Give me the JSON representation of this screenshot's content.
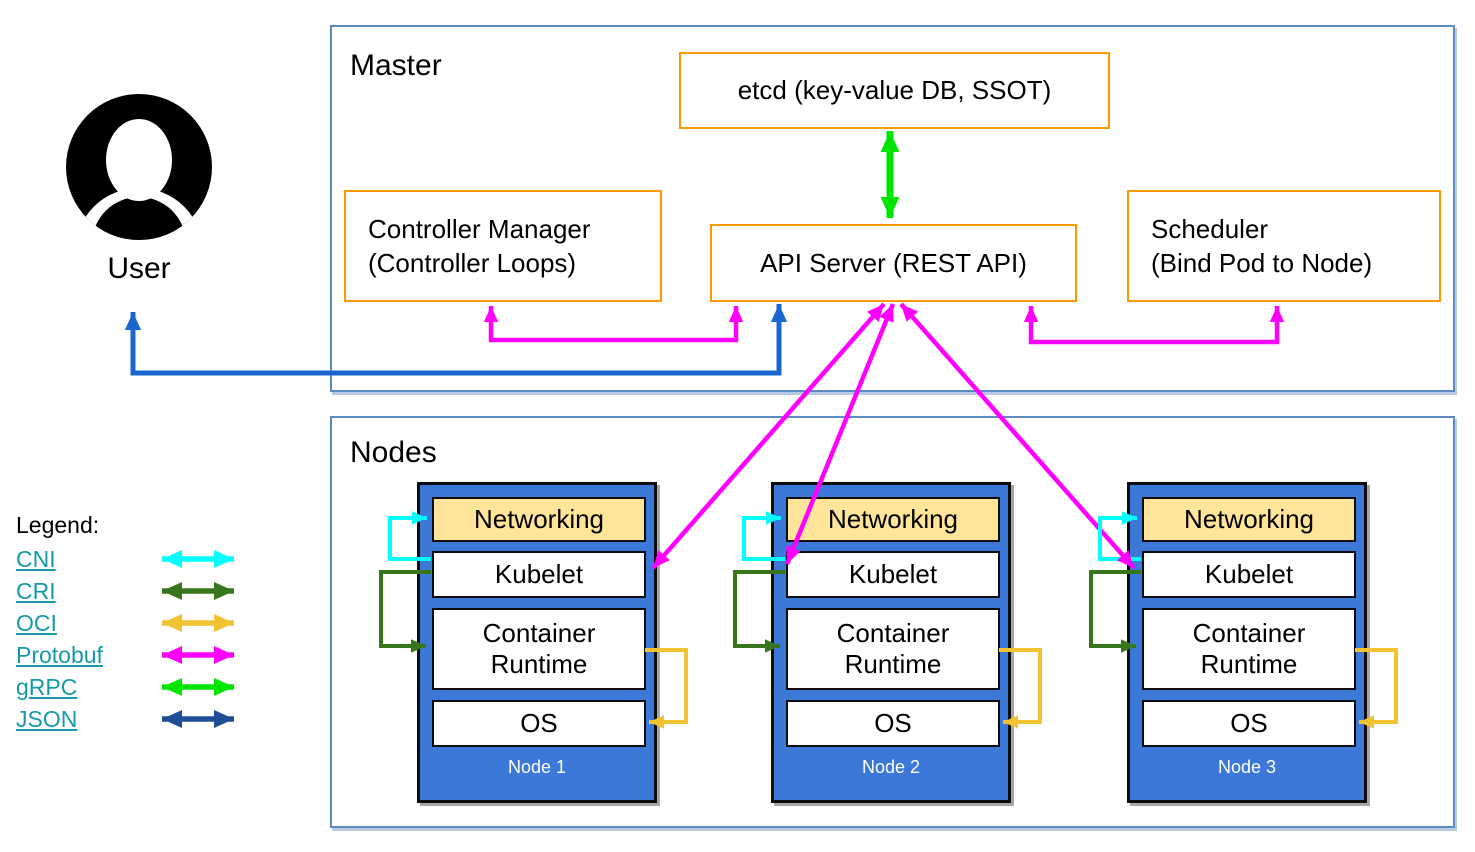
{
  "user": {
    "label": "User"
  },
  "master": {
    "title": "Master",
    "etcd_label": "etcd (key-value DB, SSOT)",
    "controller_manager": {
      "line1": "Controller Manager",
      "line2": "(Controller Loops)"
    },
    "api_server_label": "API Server (REST API)",
    "scheduler": {
      "line1": "Scheduler",
      "line2": "(Bind Pod to Node)"
    }
  },
  "nodes": {
    "title": "Nodes",
    "items": [
      {
        "label": "Node 1",
        "layers": [
          "Networking",
          "Kubelet",
          "Container Runtime",
          "OS"
        ]
      },
      {
        "label": "Node 2",
        "layers": [
          "Networking",
          "Kubelet",
          "Container Runtime",
          "OS"
        ]
      },
      {
        "label": "Node 3",
        "layers": [
          "Networking",
          "Kubelet",
          "Container Runtime",
          "OS"
        ]
      }
    ]
  },
  "legend": {
    "title": "Legend:",
    "items": [
      {
        "label": "CNI",
        "color": "#00ffff"
      },
      {
        "label": "CRI",
        "color": "#38761d"
      },
      {
        "label": "OCI",
        "color": "#f1c232"
      },
      {
        "label": "Protobuf",
        "color": "#ff00ff"
      },
      {
        "label": "gRPC",
        "color": "#00e500"
      },
      {
        "label": "JSON",
        "color": "#1f4e96"
      }
    ]
  },
  "colors": {
    "outer_border": "#5d8bbf",
    "orange_border": "#ff9900",
    "node_fill": "#3b78d8",
    "networking_fill": "#ffe599",
    "legend_link": "#1699a9",
    "user_json_arrow": "#1966cc",
    "grpc_arrow": "#00e500",
    "protobuf_arrow": "#ff00ff",
    "cni_arrow": "#00ffff",
    "cri_arrow": "#38761d",
    "oci_arrow": "#f1c232",
    "avatar": "#000000"
  }
}
